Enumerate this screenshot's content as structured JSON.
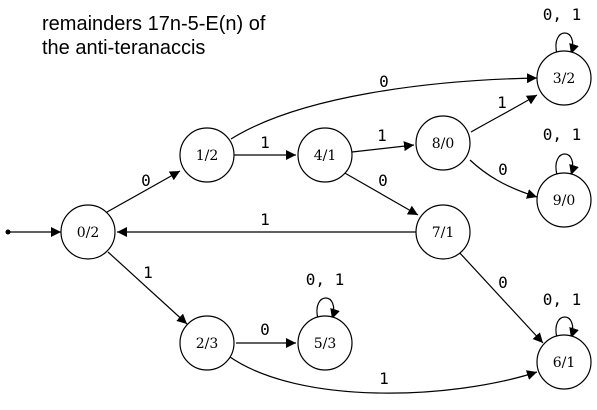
{
  "title": {
    "line1": "remainders 17n-5-E(n) of",
    "line2": "the anti-teranaccis"
  },
  "colors": {
    "stroke": "#000000",
    "fill": "#ffffff",
    "text": "#000000"
  },
  "states": [
    {
      "id": "s02",
      "label": "0/2"
    },
    {
      "id": "s12",
      "label": "1/2"
    },
    {
      "id": "s41",
      "label": "4/1"
    },
    {
      "id": "s80",
      "label": "8/0"
    },
    {
      "id": "s32",
      "label": "3/2"
    },
    {
      "id": "s90",
      "label": "9/0"
    },
    {
      "id": "s71",
      "label": "7/1"
    },
    {
      "id": "s23",
      "label": "2/3"
    },
    {
      "id": "s53",
      "label": "5/3"
    },
    {
      "id": "s61",
      "label": "6/1"
    }
  ],
  "edges": [
    {
      "from": "s02",
      "to": "s12",
      "label": "0"
    },
    {
      "from": "s02",
      "to": "s23",
      "label": "1"
    },
    {
      "from": "s12",
      "to": "s41",
      "label": "1"
    },
    {
      "from": "s12",
      "to": "s32",
      "label": "0"
    },
    {
      "from": "s41",
      "to": "s80",
      "label": "1"
    },
    {
      "from": "s41",
      "to": "s71",
      "label": "0"
    },
    {
      "from": "s80",
      "to": "s32",
      "label": "1"
    },
    {
      "from": "s80",
      "to": "s90",
      "label": "0"
    },
    {
      "from": "s71",
      "to": "s02",
      "label": "1"
    },
    {
      "from": "s71",
      "to": "s61",
      "label": "0"
    },
    {
      "from": "s23",
      "to": "s53",
      "label": "0"
    },
    {
      "from": "s23",
      "to": "s61",
      "label": "1"
    },
    {
      "from": "s32",
      "to": "s32",
      "label": "0, 1"
    },
    {
      "from": "s90",
      "to": "s90",
      "label": "0, 1"
    },
    {
      "from": "s53",
      "to": "s53",
      "label": "0, 1"
    },
    {
      "from": "s61",
      "to": "s61",
      "label": "0, 1"
    }
  ],
  "start_state": "s02"
}
